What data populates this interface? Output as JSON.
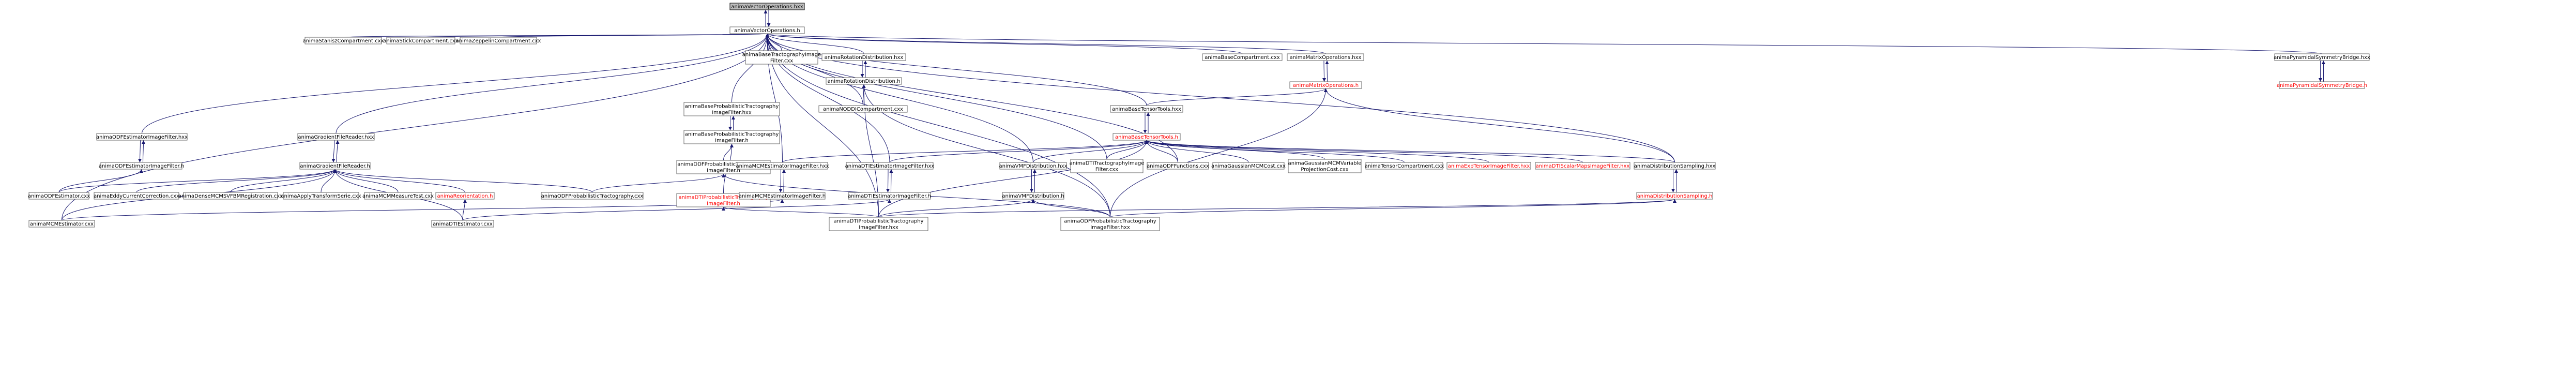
{
  "title": "animaVectorOperations.hxx",
  "colors": {
    "edge": "#191970",
    "node_border": "#666666",
    "root_fill": "#bfbfbf",
    "red_label": "#ff0000"
  },
  "nodes": [
    {
      "id": "root",
      "lines": [
        "animaVectorOperations.hxx"
      ],
      "root": true
    },
    {
      "id": "vo_h",
      "lines": [
        "animaVectorOperations.h"
      ]
    },
    {
      "id": "stanisz",
      "lines": [
        "animaStaniszCompartment.cxx"
      ]
    },
    {
      "id": "stick",
      "lines": [
        "animaStickCompartment.cxx"
      ]
    },
    {
      "id": "zeppelin",
      "lines": [
        "animaZeppelinCompartment.cxx"
      ]
    },
    {
      "id": "basetract_f",
      "lines": [
        "animaBaseTractographyImage",
        "Filter.cxx"
      ]
    },
    {
      "id": "rotdist_hxx",
      "lines": [
        "animaRotationDistribution.hxx"
      ]
    },
    {
      "id": "rotdist_h",
      "lines": [
        "animaRotationDistribution.h"
      ]
    },
    {
      "id": "noddi",
      "lines": [
        "animaNODDICompartment.cxx"
      ]
    },
    {
      "id": "basecomp",
      "lines": [
        "animaBaseCompartment.cxx"
      ]
    },
    {
      "id": "matops_hxx",
      "lines": [
        "animaMatrixOperations.hxx"
      ]
    },
    {
      "id": "matops_h",
      "lines": [
        "animaMatrixOperations.h"
      ],
      "red": true
    },
    {
      "id": "pyr_hxx",
      "lines": [
        "animaPyramidalSymmetryBridge.hxx"
      ]
    },
    {
      "id": "pyr_h",
      "lines": [
        "animaPyramidalSymmetryBridge.h"
      ],
      "red": true
    },
    {
      "id": "btt_hxx",
      "lines": [
        "animaBaseTensorTools.hxx"
      ]
    },
    {
      "id": "btt_h",
      "lines": [
        "animaBaseTensorTools.h"
      ],
      "red": true
    },
    {
      "id": "bpt_hxx",
      "lines": [
        "animaBaseProbabilisticTractography",
        "ImageFilter.hxx"
      ]
    },
    {
      "id": "bpt_h",
      "lines": [
        "animaBaseProbabilisticTractography",
        "ImageFilter.h"
      ]
    },
    {
      "id": "odfpt_h",
      "lines": [
        "animaODFProbabilisticTractography",
        "ImageFilter.h"
      ]
    },
    {
      "id": "dtipt_h",
      "lines": [
        "animaDTIProbabilisticTractography",
        "ImageFilter.h"
      ],
      "red": true
    },
    {
      "id": "odfest_hxx",
      "lines": [
        "animaODFEstimatorImageFilter.hxx"
      ]
    },
    {
      "id": "odfest_h",
      "lines": [
        "animaODFEstimatorImageFilter.h"
      ]
    },
    {
      "id": "odfest_cxx",
      "lines": [
        "animaODFEstimator.cxx"
      ]
    },
    {
      "id": "grad_hxx",
      "lines": [
        "animaGradientFileReader.hxx"
      ]
    },
    {
      "id": "grad_h",
      "lines": [
        "animaGradientFileReader.h"
      ]
    },
    {
      "id": "eddy",
      "lines": [
        "animaEddyCurrentCorrection.cxx"
      ]
    },
    {
      "id": "dense",
      "lines": [
        "animaDenseMCMSVFBMRegistration.cxx"
      ]
    },
    {
      "id": "applytf",
      "lines": [
        "animaApplyTransformSerie.cxx"
      ]
    },
    {
      "id": "mcmmeas",
      "lines": [
        "animaMCMMeasureTest.cxx"
      ]
    },
    {
      "id": "reorient",
      "lines": [
        "animaReorientation.h"
      ],
      "red": true
    },
    {
      "id": "dtiest_cxx",
      "lines": [
        "animaDTIEstimator.cxx"
      ]
    },
    {
      "id": "mcmest_cxx",
      "lines": [
        "animaMCMEstimator.cxx"
      ]
    },
    {
      "id": "odfpt_cxx",
      "lines": [
        "animaODFProbabilisticTractography.cxx"
      ]
    },
    {
      "id": "mcmest_hxx",
      "lines": [
        "animaMCMEstimatorImageFilter.hxx"
      ]
    },
    {
      "id": "mcmest_h",
      "lines": [
        "animaMCMEstimatorImageFilter.h"
      ]
    },
    {
      "id": "dtiest_hxx",
      "lines": [
        "animaDTIEstimatorImageFilter.hxx"
      ]
    },
    {
      "id": "dtiest_h",
      "lines": [
        "animaDTIEstimatorImageFilter.h"
      ]
    },
    {
      "id": "vmf_hxx",
      "lines": [
        "animaVMFDistribution.hxx"
      ]
    },
    {
      "id": "vmf_h",
      "lines": [
        "animaVMFDistribution.h"
      ]
    },
    {
      "id": "dtitract",
      "lines": [
        "animaDTITractographyImage",
        "Filter.cxx"
      ]
    },
    {
      "id": "odffunc",
      "lines": [
        "animaODFFunctions.cxx"
      ]
    },
    {
      "id": "gaussmcm",
      "lines": [
        "animaGaussianMCMCost.cxx"
      ]
    },
    {
      "id": "gaussvar",
      "lines": [
        "animaGaussianMCMVariable",
        "ProjectionCost.cxx"
      ]
    },
    {
      "id": "tensorcomp",
      "lines": [
        "animaTensorCompartment.cxx"
      ]
    },
    {
      "id": "exptensor",
      "lines": [
        "animaExpTensorImageFilter.hxx"
      ],
      "red": true
    },
    {
      "id": "dtiscalar",
      "lines": [
        "animaDTIScalarMapsImageFilter.hxx"
      ],
      "red": true
    },
    {
      "id": "distsamp_hxx",
      "lines": [
        "animaDistributionSampling.hxx"
      ]
    },
    {
      "id": "distsamp_h",
      "lines": [
        "animaDistributionSampling.h"
      ],
      "red": true
    },
    {
      "id": "dtipt_hxx",
      "lines": [
        "animaDTIProbabilisticTractography",
        "ImageFilter.hxx"
      ]
    },
    {
      "id": "odfpt_hxx",
      "lines": [
        "animaODFProbabilisticTractography",
        "ImageFilter.hxx"
      ]
    }
  ],
  "edges": [
    [
      "vo_h",
      "root"
    ],
    [
      "root",
      "vo_h"
    ],
    [
      "stanisz",
      "vo_h"
    ],
    [
      "stick",
      "vo_h"
    ],
    [
      "zeppelin",
      "vo_h"
    ],
    [
      "basetract_f",
      "vo_h"
    ],
    [
      "rotdist_hxx",
      "vo_h"
    ],
    [
      "noddi",
      "vo_h"
    ],
    [
      "basecomp",
      "vo_h"
    ],
    [
      "matops_hxx",
      "vo_h"
    ],
    [
      "pyr_hxx",
      "vo_h"
    ],
    [
      "btt_hxx",
      "vo_h"
    ],
    [
      "bpt_hxx",
      "vo_h"
    ],
    [
      "odfest_hxx",
      "vo_h"
    ],
    [
      "grad_hxx",
      "vo_h"
    ],
    [
      "mcmest_hxx",
      "vo_h"
    ],
    [
      "dtiest_hxx",
      "vo_h"
    ],
    [
      "vmf_hxx",
      "vo_h"
    ],
    [
      "dtitract",
      "vo_h"
    ],
    [
      "odffunc",
      "vo_h"
    ],
    [
      "distsamp_hxx",
      "vo_h"
    ],
    [
      "mcmest_cxx",
      "vo_h"
    ],
    [
      "dtipt_hxx",
      "vo_h"
    ],
    [
      "odfpt_hxx",
      "vo_h"
    ],
    [
      "rotdist_h",
      "rotdist_hxx"
    ],
    [
      "rotdist_hxx",
      "rotdist_h"
    ],
    [
      "noddi",
      "rotdist_h"
    ],
    [
      "dtipt_hxx",
      "rotdist_h"
    ],
    [
      "odfpt_hxx",
      "rotdist_h"
    ],
    [
      "matops_h",
      "matops_hxx"
    ],
    [
      "matops_hxx",
      "matops_h"
    ],
    [
      "pyr_h",
      "pyr_hxx"
    ],
    [
      "pyr_hxx",
      "pyr_h"
    ],
    [
      "btt_hxx",
      "matops_h"
    ],
    [
      "distsamp_hxx",
      "matops_h"
    ],
    [
      "odfpt_hxx",
      "matops_h"
    ],
    [
      "btt_h",
      "btt_hxx"
    ],
    [
      "btt_hxx",
      "btt_h"
    ],
    [
      "mcmest_hxx",
      "btt_h"
    ],
    [
      "dtiest_hxx",
      "btt_h"
    ],
    [
      "vmf_hxx",
      "btt_h"
    ],
    [
      "dtitract",
      "btt_h"
    ],
    [
      "odffunc",
      "btt_h"
    ],
    [
      "gaussmcm",
      "btt_h"
    ],
    [
      "gaussvar",
      "btt_h"
    ],
    [
      "tensorcomp",
      "btt_h"
    ],
    [
      "exptensor",
      "btt_h"
    ],
    [
      "dtiscalar",
      "btt_h"
    ],
    [
      "distsamp_hxx",
      "btt_h"
    ],
    [
      "dtipt_hxx",
      "btt_h"
    ],
    [
      "bpt_h",
      "bpt_hxx"
    ],
    [
      "bpt_hxx",
      "bpt_h"
    ],
    [
      "odfpt_h",
      "bpt_h"
    ],
    [
      "dtipt_h",
      "bpt_h"
    ],
    [
      "odfpt_cxx",
      "odfpt_h"
    ],
    [
      "odfpt_hxx",
      "odfpt_h"
    ],
    [
      "dtipt_hxx",
      "dtipt_h"
    ],
    [
      "odfest_h",
      "odfest_hxx"
    ],
    [
      "odfest_hxx",
      "odfest_h"
    ],
    [
      "odfest_cxx",
      "odfest_h"
    ],
    [
      "grad_h",
      "grad_hxx"
    ],
    [
      "grad_hxx",
      "grad_h"
    ],
    [
      "odfest_cxx",
      "grad_h"
    ],
    [
      "eddy",
      "grad_h"
    ],
    [
      "dense",
      "grad_h"
    ],
    [
      "applytf",
      "grad_h"
    ],
    [
      "mcmmeas",
      "grad_h"
    ],
    [
      "reorient",
      "grad_h"
    ],
    [
      "dtiest_cxx",
      "grad_h"
    ],
    [
      "mcmest_cxx",
      "grad_h"
    ],
    [
      "odfpt_cxx",
      "grad_h"
    ],
    [
      "dtiest_cxx",
      "reorient"
    ],
    [
      "mcmest_h",
      "mcmest_hxx"
    ],
    [
      "mcmest_hxx",
      "mcmest_h"
    ],
    [
      "mcmest_cxx",
      "mcmest_h"
    ],
    [
      "dtiest_h",
      "dtiest_hxx"
    ],
    [
      "dtiest_hxx",
      "dtiest_h"
    ],
    [
      "dtiest_cxx",
      "dtiest_h"
    ],
    [
      "vmf_h",
      "vmf_hxx"
    ],
    [
      "vmf_hxx",
      "vmf_h"
    ],
    [
      "dtipt_hxx",
      "vmf_h"
    ],
    [
      "odfpt_hxx",
      "vmf_h"
    ],
    [
      "distsamp_h",
      "distsamp_hxx"
    ],
    [
      "distsamp_hxx",
      "distsamp_h"
    ],
    [
      "dtipt_hxx",
      "distsamp_h"
    ],
    [
      "odfpt_hxx",
      "distsamp_h"
    ]
  ]
}
